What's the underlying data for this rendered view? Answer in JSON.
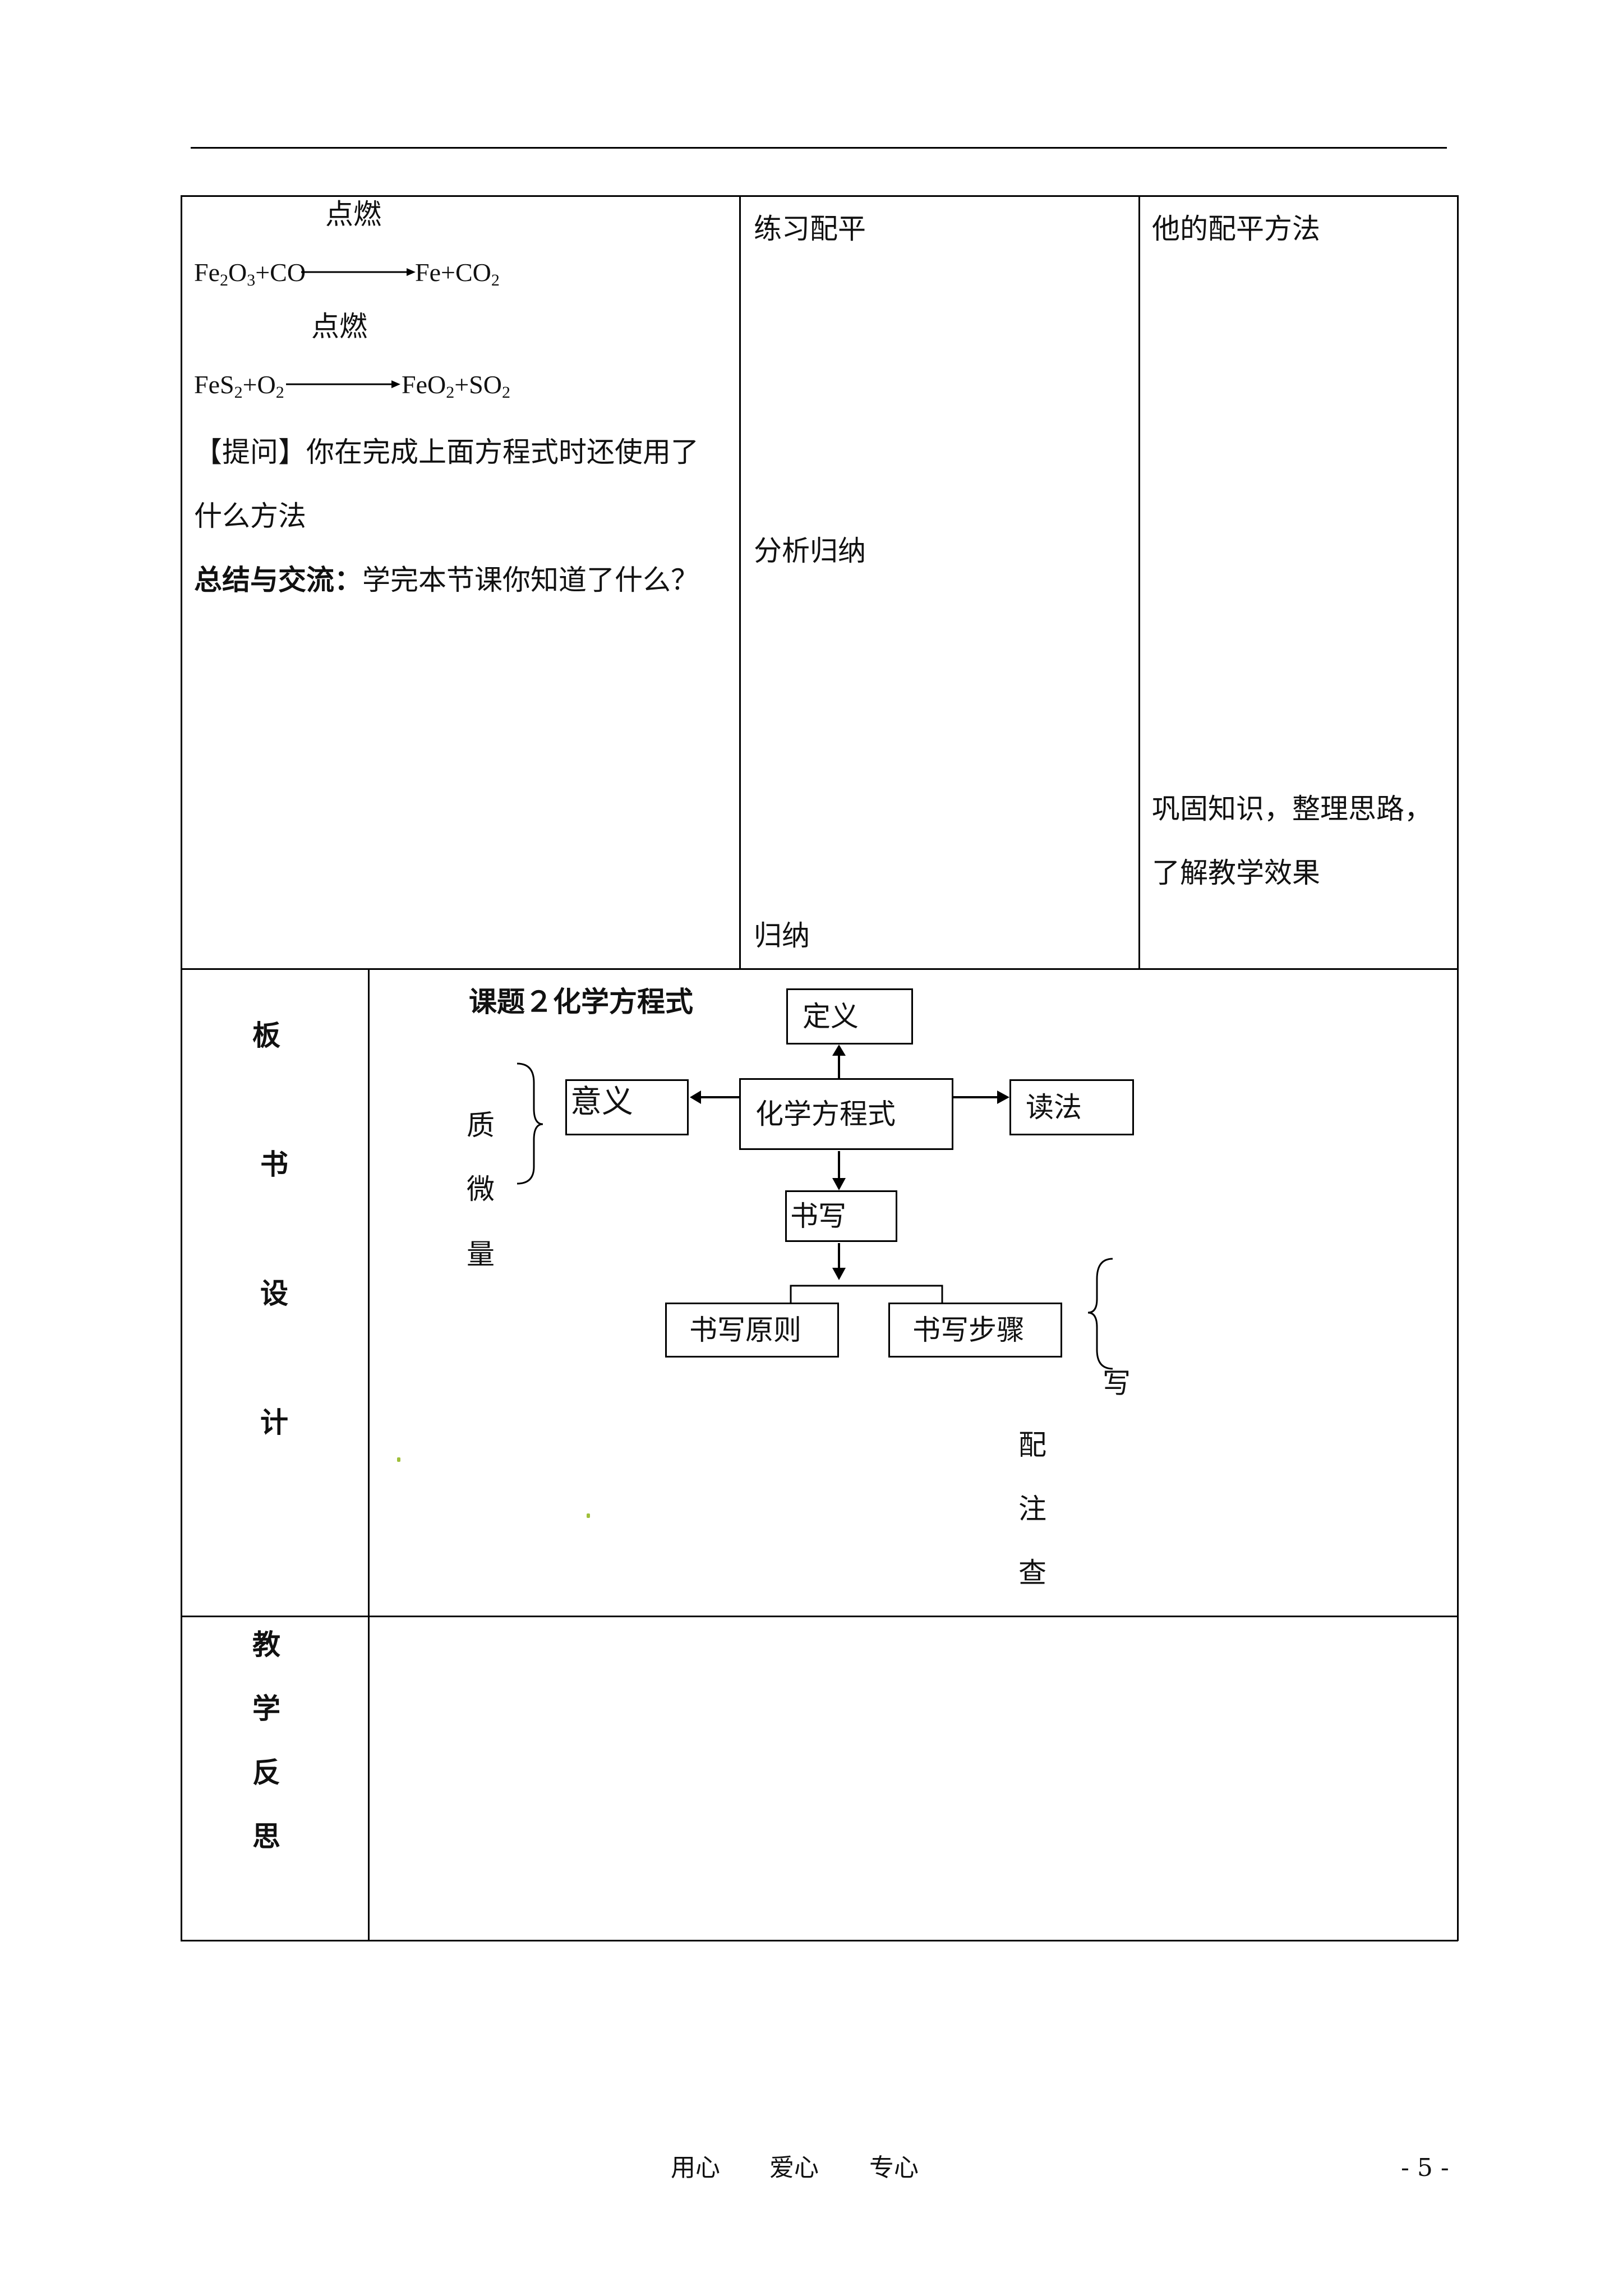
{
  "row1": {
    "eq1_condition": "点燃",
    "eq1": {
      "a": "Fe",
      "a_sub": "2",
      "b": "O",
      "b_sub": "3",
      "c": "+CO",
      "products": "Fe+CO",
      "p_sub": "2"
    },
    "eq2_condition": "点燃",
    "eq2": {
      "a": "FeS",
      "a_sub": "2",
      "b": "+O",
      "b_sub": "2",
      "products1": "FeO",
      "p1_sub": "2",
      "products2": "+SO",
      "p2_sub": "2"
    },
    "question_line1": "【提问】你在完成上面方程式时还使用了",
    "question_line2": "什么方法",
    "summary_label": "总结与交流：",
    "summary_text": "学完本节课你知道了什么？",
    "col2_item1": "练习配平",
    "col2_item2": "分析归纳",
    "col2_item3": "归纳",
    "col3_item1": "他的配平方法",
    "col3_item2_line1": "巩固知识，整理思路，",
    "col3_item2_line2": "了解教学效果"
  },
  "board": {
    "label_chars": [
      "板",
      "书",
      "设",
      "计"
    ],
    "topic_title": "课题２化学方程式",
    "center": "化学方程式",
    "definition": "定义",
    "meaning": "意义",
    "reading": "读法",
    "writing": "书写",
    "writing_principle": "书写原则",
    "writing_steps": "书写步骤",
    "meaning_list": [
      "质",
      "微",
      "量"
    ],
    "steps_list": [
      "写",
      "配",
      "注",
      "查"
    ]
  },
  "reflection": {
    "label_chars": [
      "教",
      "学",
      "反",
      "思"
    ]
  },
  "footer": {
    "slogan1": "用心",
    "slogan2": "爱心",
    "slogan3": "专心",
    "page_number": "- 5 -"
  }
}
